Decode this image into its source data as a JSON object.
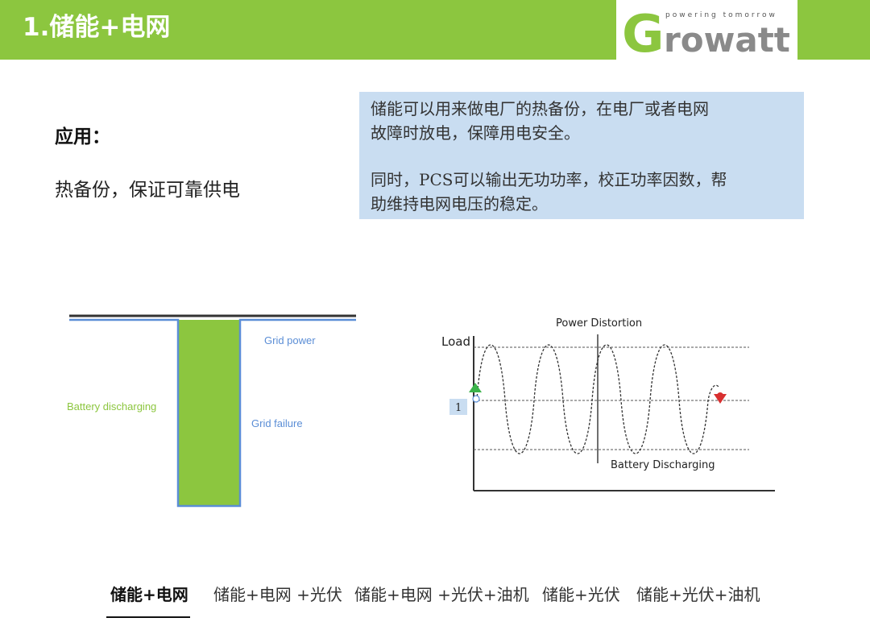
{
  "header": {
    "title": "1.储能+电网",
    "logo_text": "rowatt",
    "logo_letter": "G",
    "logo_tagline": "powering tomorrow",
    "colors": {
      "accent_green": "#8cc63f",
      "logo_gray": "#8a8a8a"
    }
  },
  "main": {
    "application_label": "应用：",
    "application_desc": "热备份，保证可靠供电",
    "info_box": {
      "paragraph1_line1": "储能可以用来做电厂的热备份，在电厂或者电网",
      "paragraph1_line2": "故障时放电，保障用电安全。",
      "paragraph2_line1": "同时，PCS可以输出无功功率，校正功率因数，帮",
      "paragraph2_line2": "助维持电网电压的稳定。"
    }
  },
  "diagram_left": {
    "grid_power_label": "Grid power",
    "battery_discharging_label": "Battery discharging",
    "grid_failure_label": "Grid failure"
  },
  "diagram_right": {
    "title": "Power Distortion",
    "load_label": "Load",
    "marker_label": "1",
    "battery_discharging_label": "Battery Discharging"
  },
  "tabs": [
    {
      "label": "储能+电网"
    },
    {
      "label": "储能+电网 +光伏"
    },
    {
      "label": "储能+电网 +光伏+油机"
    },
    {
      "label": "储能+光伏"
    },
    {
      "label": "储能+光伏+油机"
    }
  ]
}
